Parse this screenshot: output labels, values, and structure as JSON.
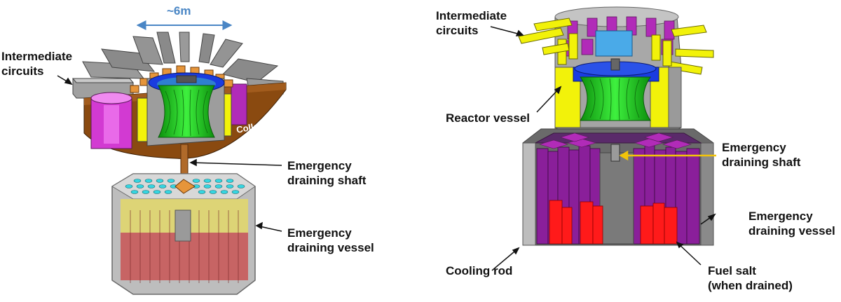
{
  "left_figure": {
    "dimension_label": "~6m",
    "collector_label": "Collector",
    "labels": {
      "intermediate_circuits": "Intermediate\ncircuits",
      "emergency_draining_shaft": "Emergency\ndraining shaft",
      "emergency_draining_vessel": "Emergency\ndraining vessel"
    }
  },
  "right_figure": {
    "labels": {
      "intermediate_circuits": "Intermediate\ncircuits",
      "reactor_vessel": "Reactor vessel",
      "emergency_draining_shaft": "Emergency\ndraining shaft",
      "emergency_draining_vessel": "Emergency\ndraining vessel",
      "cooling_rod": "Cooling rod",
      "fuel_salt": "Fuel salt\n(when drained)"
    }
  },
  "colors": {
    "core_green": "#2fd02f",
    "reflector_blue": "#1a3ce0",
    "blanket_yellow": "#f2f20a",
    "magenta": "#d23ad2",
    "collector_brown": "#8a4a10",
    "exchanger_grey": "#8c8c8c",
    "cooling_rod_purple": "#8a1f9a",
    "fuel_salt_red": "#ff1a1a",
    "cyan_tops": "#35d5e0",
    "dimension_blue": "#4a86c5"
  }
}
